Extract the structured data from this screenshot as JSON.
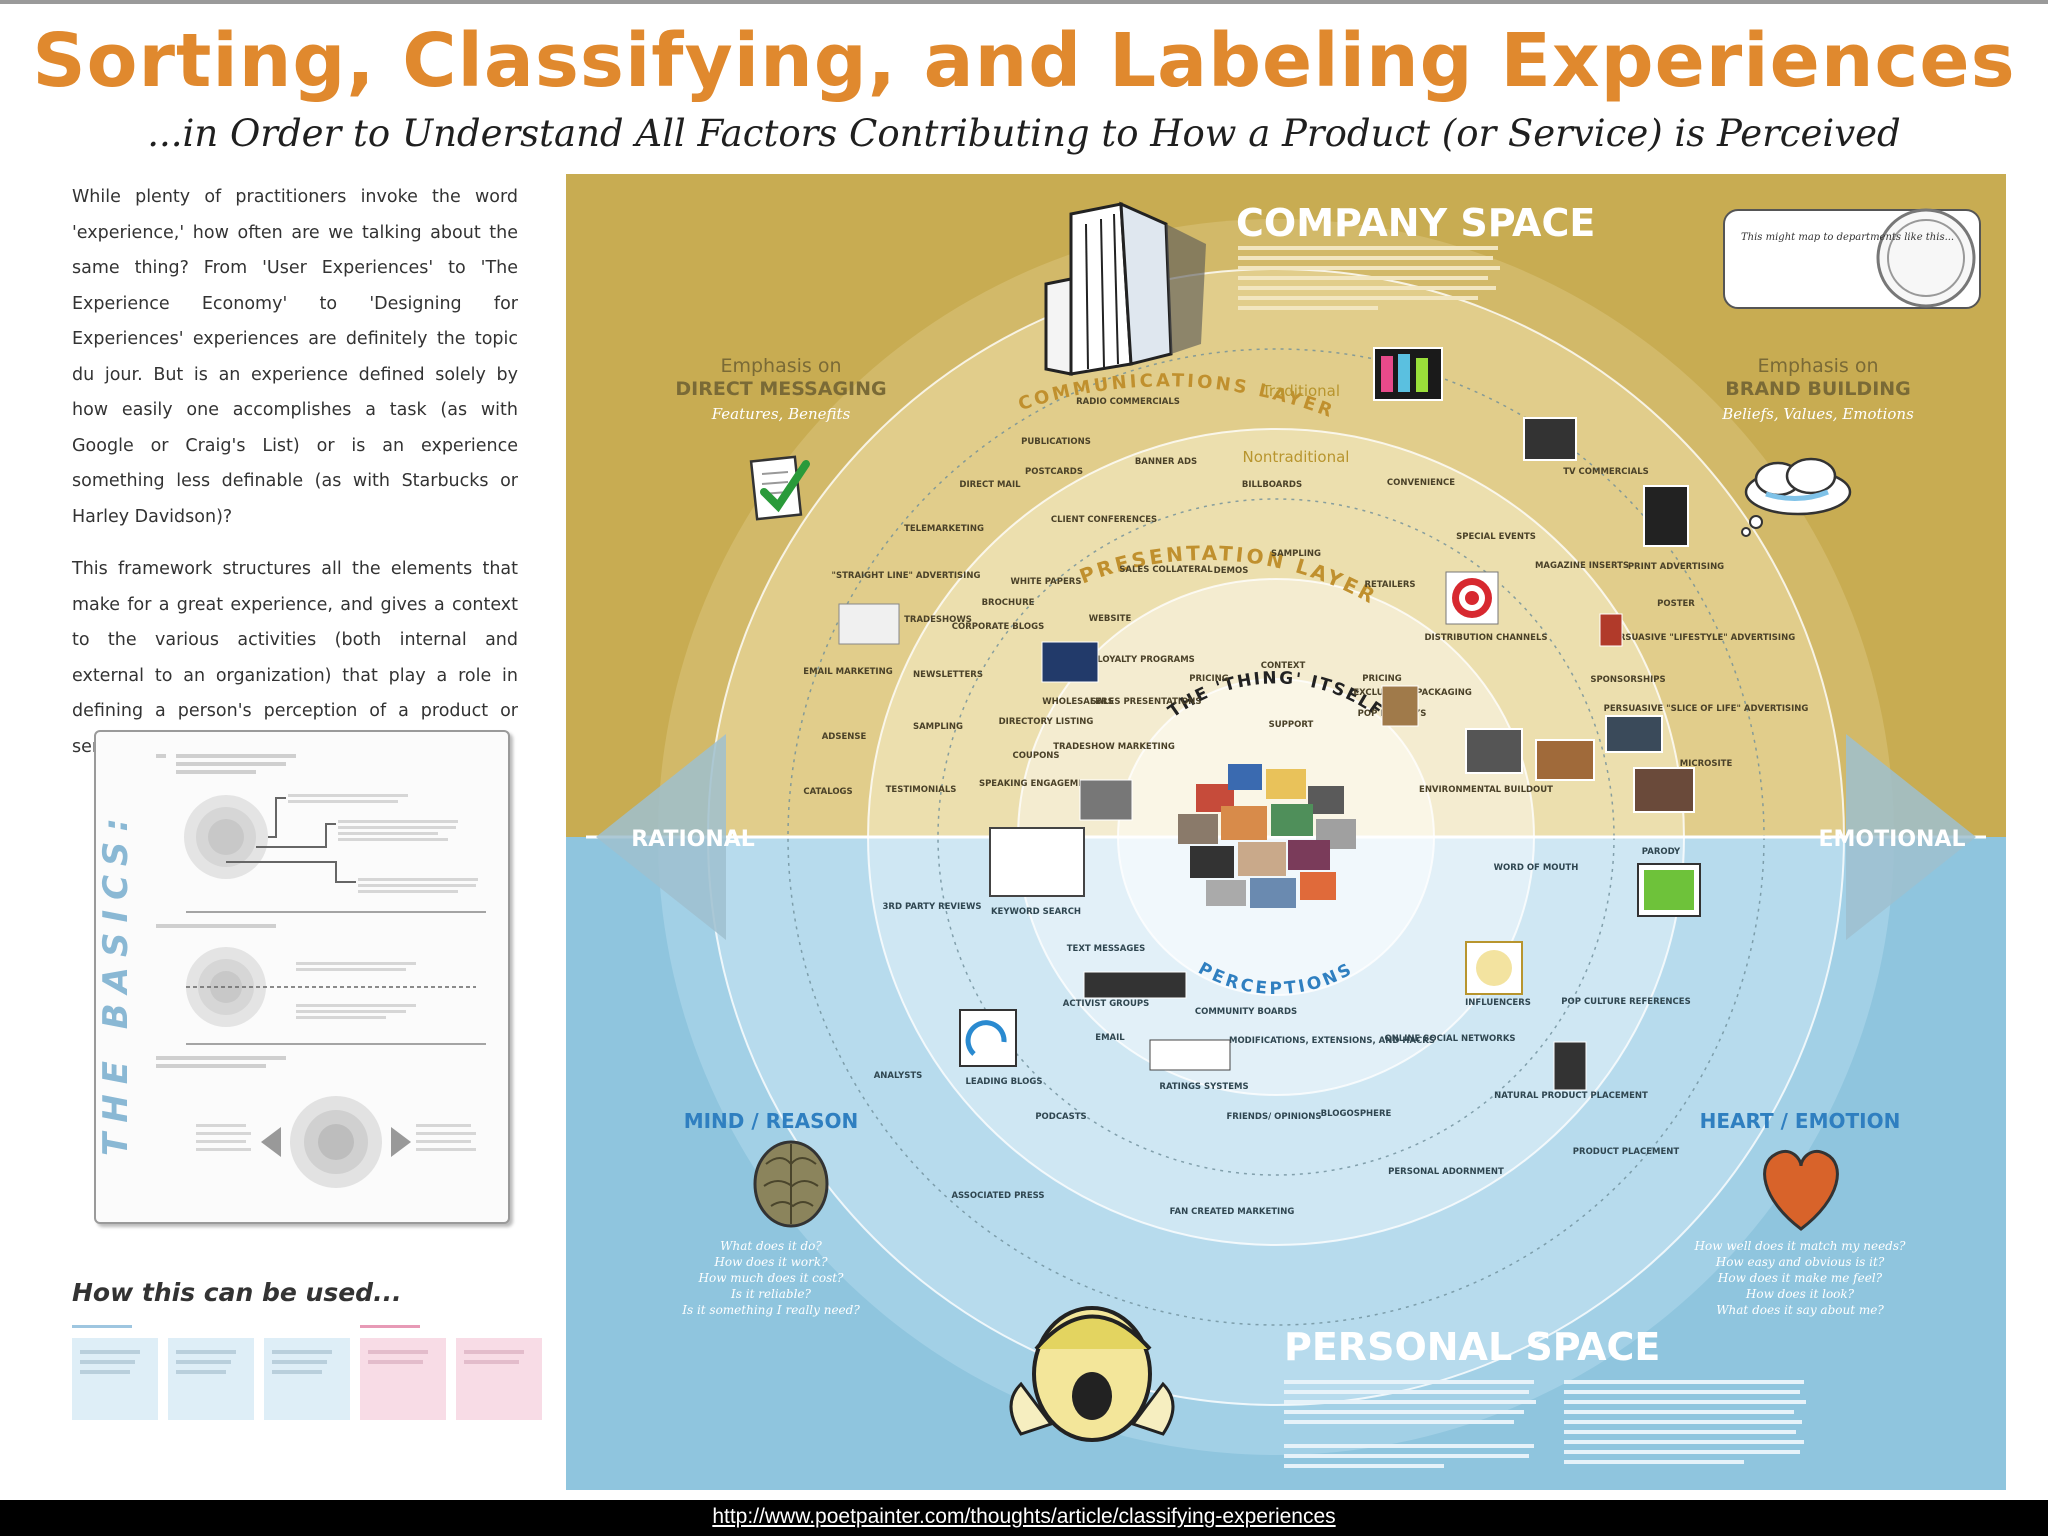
{
  "title": "Sorting, Classifying, and Labeling Experiences",
  "subtitle": "...in Order to Understand All Factors Contributing to How a Product (or Service) is Perceived",
  "intro": {
    "p1": "While plenty of practitioners invoke the word 'experience,' how often are we talking about the same thing? From 'User Experiences' to 'The Experience Economy' to 'Designing for Experiences' experiences are definitely the topic du jour. But is an experience defined solely by how easily one accomplishes a task (as with Google or Craig's List) or is an experience something less definable (as with Starbucks or Harley Davidson)?",
    "p2": "This framework structures all the elements that make for a great experience, and gives a context to the various activities (both internal and external to an organization) that play a role in defining a person's perception of a product or service."
  },
  "basics_label": "THE BASICS:",
  "how_used": "How this can be used...",
  "diagram": {
    "company_space": "COMPANY SPACE",
    "personal_space": "PERSONAL SPACE",
    "rational": "RATIONAL",
    "emotional": "EMOTIONAL",
    "left_emphasis": {
      "line1": "Emphasis on",
      "line2": "DIRECT MESSAGING",
      "line3": "Features, Benefits"
    },
    "right_emphasis": {
      "line1": "Emphasis on",
      "line2": "BRAND BUILDING",
      "line3": "Beliefs, Values, Emotions"
    },
    "mind_reason": "MIND / REASON",
    "heart_emotion": "HEART / EMOTION",
    "mind_questions": [
      "What does it do?",
      "How does it work?",
      "How much does it cost?",
      "Is it reliable?",
      "Is it something I really need?"
    ],
    "heart_questions": [
      "How well does it match my needs?",
      "How easy and obvious is it?",
      "How does it make me feel?",
      "How does it look?",
      "What does it say about me?"
    ],
    "rings": {
      "communications": "COMMUNICATIONS LAYER",
      "traditional": "Traditional",
      "nontraditional": "Nontraditional",
      "presentation": "PRESENTATION LAYER",
      "thing_itself": "THE 'THING' ITSELF",
      "perceptions": "PERCEPTIONS"
    },
    "note": "This might map to departments like this...",
    "items_outer": [
      "RADIO COMMERCIALS",
      "PUBLICATIONS",
      "POSTCARDS",
      "DIRECT MAIL",
      "BANNER ADS",
      "BILLBOARDS",
      "CONVENIENCE",
      "TV COMMERCIALS",
      "TELEMARKETING",
      "CLIENT CONFERENCES",
      "SPECIAL EVENTS",
      "MAGAZINE INSERTS",
      "PRINT ADVERTISING",
      "\"STRAIGHT LINE\" ADVERTISING",
      "WHITE PAPERS",
      "POSTER",
      "TRADESHOWS",
      "CORPORATE BLOGS",
      "PERSUASIVE \"LIFESTYLE\" ADVERTISING",
      "EMAIL MARKETING",
      "NEWSLETTERS",
      "SPONSORSHIPS",
      "PERSUASIVE \"SLICE OF LIFE\" ADVERTISING",
      "ADSENSE",
      "SAMPLING",
      "MICROSITE",
      "CATALOGS",
      "TESTIMONIALS"
    ],
    "items_presentation": [
      "SAMPLING",
      "SALES COLLATERAL",
      "DEMOS",
      "RETAILERS",
      "BROCHURE",
      "WEBSITE",
      "DISTRIBUTION CHANNELS",
      "LOYALTY PROGRAMS",
      "PRICING",
      "CONTEXT",
      "PRICING",
      "EXCLUSIVITY",
      "PACKAGING",
      "WHOLESALERS",
      "SALES PRESENTATIONS",
      "DIRECTORY LISTING",
      "SUPPORT",
      "POP DISPLAYS",
      "COUPONS",
      "TRADESHOW MARKETING",
      "SPEAKING ENGAGEMENTS",
      "ENVIRONMENTAL BUILDOUT"
    ],
    "items_personal": [
      "3RD PARTY REVIEWS",
      "KEYWORD SEARCH",
      "WORD OF MOUTH",
      "PARODY",
      "TEXT MESSAGES",
      "ACTIVIST GROUPS",
      "COMMUNITY BOARDS",
      "INFLUENCERS",
      "POP CULTURE REFERENCES",
      "EMAIL",
      "MODIFICATIONS, EXTENSIONS, AND HACKS",
      "ONLINE SOCIAL NETWORKS",
      "ANALYSTS",
      "LEADING BLOGS",
      "RATINGS SYSTEMS",
      "NATURAL PRODUCT PLACEMENT",
      "PODCASTS",
      "FRIENDS/ OPINIONS",
      "BLOGOSPHERE",
      "PRODUCT PLACEMENT",
      "PERSONAL ADORNMENT",
      "ASSOCIATED PRESS",
      "FAN CREATED MARKETING"
    ]
  },
  "footer_url": "http://www.poetpainter.com/thoughts/article/classifying-experiences",
  "colors": {
    "title": "#e0892e",
    "company": "#c6ab4e",
    "personal": "#8fc3dd",
    "label_blue": "#2f7fc0",
    "heart": "#d8632a"
  }
}
